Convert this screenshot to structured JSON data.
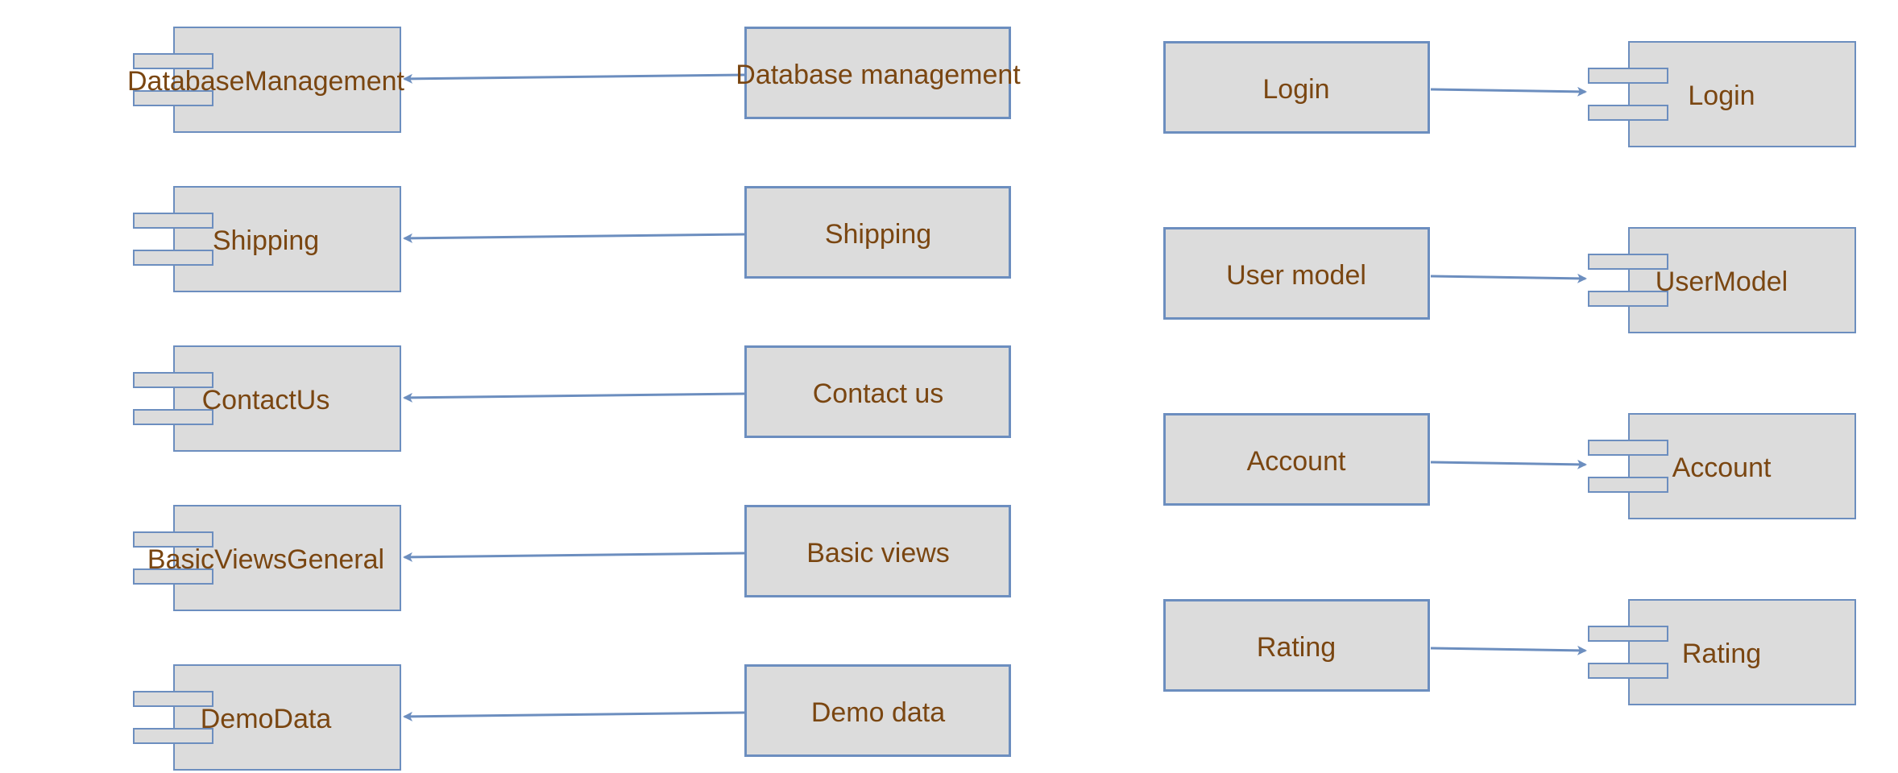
{
  "modules_left": [
    "Database management",
    "Shipping",
    "Contact us",
    "Basic views",
    "Demo data"
  ],
  "components_left": [
    "DatabaseManagement",
    "Shipping",
    "ContactUs",
    "BasicViewsGeneral",
    "DemoData"
  ],
  "modules_right": [
    "Login",
    "User model",
    "Account",
    "Rating"
  ],
  "components_right": [
    "Login",
    "UserModel",
    "Account",
    "Rating"
  ],
  "colors": {
    "box_fill": "#dcdcdc",
    "border": "#6c8ebf",
    "text": "#7a4611"
  }
}
